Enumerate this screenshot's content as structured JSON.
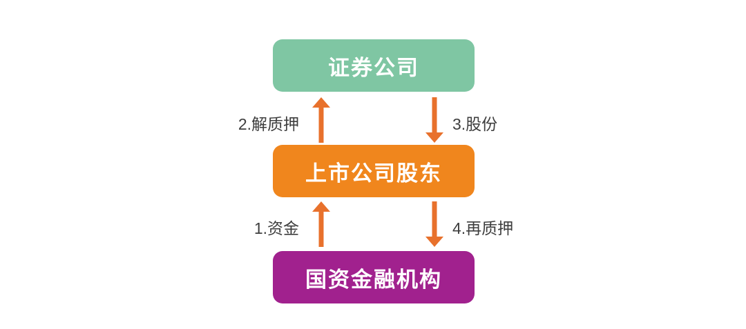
{
  "page": {
    "background": "#ffffff"
  },
  "diagram": {
    "arrow_color": "#e8712c",
    "label_color": "#3d3d3d",
    "nodes": [
      {
        "id": "securities-company",
        "label": "证券公司",
        "color": "#7fc6a3"
      },
      {
        "id": "listed-company-shareholders",
        "label": "上市公司股东",
        "color": "#f0861d"
      },
      {
        "id": "state-financial-institutions",
        "label": "国资金融机构",
        "color": "#a1218e"
      }
    ],
    "edges": [
      {
        "id": "release-pledge",
        "label": "2.解质押",
        "direction": "up",
        "from": "listed-company-shareholders",
        "to": "securities-company"
      },
      {
        "id": "shares",
        "label": "3.股份",
        "direction": "down",
        "from": "securities-company",
        "to": "listed-company-shareholders"
      },
      {
        "id": "funds",
        "label": "1.资金",
        "direction": "up",
        "from": "state-financial-institutions",
        "to": "listed-company-shareholders"
      },
      {
        "id": "re-pledge",
        "label": "4.再质押",
        "direction": "down",
        "from": "listed-company-shareholders",
        "to": "state-financial-institutions"
      }
    ]
  }
}
